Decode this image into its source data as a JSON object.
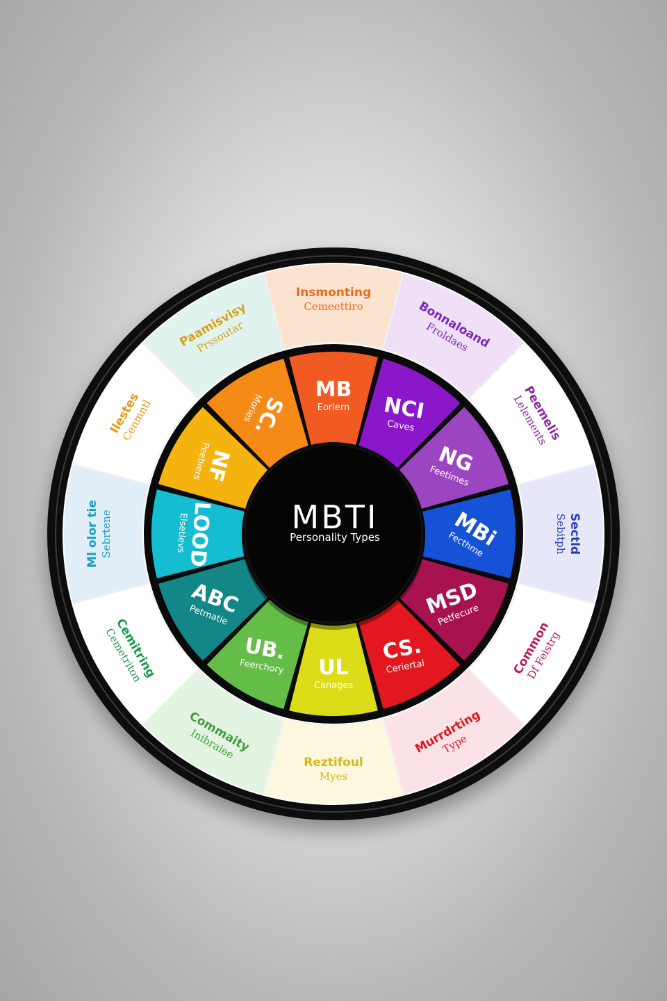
{
  "wheel": {
    "hub": {
      "title": "MBTI",
      "subtitle": "Personality Types"
    },
    "inner_segments": [
      {
        "code": "MB",
        "sub": "Eorlern",
        "color": "#f15a22"
      },
      {
        "code": "NCI",
        "sub": "Caves",
        "color": "#8a17c9"
      },
      {
        "code": "NG",
        "sub": "Feetimes",
        "color": "#9c45c0"
      },
      {
        "code": "MBi",
        "sub": "Fecthme",
        "color": "#1652d6"
      },
      {
        "code": "MSD",
        "sub": "Petfecure",
        "color": "#a8124e"
      },
      {
        "code": "CS.",
        "sub": "Ceriertal",
        "color": "#e2171f"
      },
      {
        "code": "UL",
        "sub": "Canages",
        "color": "#dcdc18"
      },
      {
        "code": "UB.",
        "sub": "Feerchory",
        "color": "#63bd46"
      },
      {
        "code": "ABC",
        "sub": "Petmatie",
        "color": "#138787"
      },
      {
        "code": "LOOD",
        "sub": "Elsetlevs",
        "color": "#14bdd0"
      },
      {
        "code": "NF",
        "sub": "Peebiers",
        "color": "#f4b30f"
      },
      {
        "code": "SC.",
        "sub": "Mories",
        "color": "#f58a17"
      }
    ],
    "outer_segments": [
      {
        "title": "Insmonting",
        "sub": "Cemeettiro",
        "fill": "#fbe4cf",
        "color": "#ea6a1e"
      },
      {
        "title": "Bonnaloand",
        "sub": "Froldaes",
        "fill": "#efe0f8",
        "color": "#7a2bb5"
      },
      {
        "title": "Peemelis",
        "sub": "Lelements",
        "fill": "#ffffff",
        "color": "#8a2b9c"
      },
      {
        "title": "Sectld",
        "sub": "Sebitph",
        "fill": "#e6e7f8",
        "color": "#2a3fb4"
      },
      {
        "title": "Common",
        "sub": "Df Feistrg",
        "fill": "#ffffff",
        "color": "#c0185a"
      },
      {
        "title": "Murrdrting",
        "sub": "Type",
        "fill": "#fbe2e6",
        "color": "#e2171f"
      },
      {
        "title": "Reztifoul",
        "sub": "Myes",
        "fill": "#fbf8df",
        "color": "#d6b71a"
      },
      {
        "title": "Commaity",
        "sub": "Inibraiee",
        "fill": "#e4f4e2",
        "color": "#3f9f3c"
      },
      {
        "title": "Cemitring",
        "sub": "Cemetriton",
        "fill": "#ffffff",
        "color": "#1a9a4a"
      },
      {
        "title": "Ml olor tie",
        "sub": "Sebrtene",
        "fill": "#e2eef7",
        "color": "#16a0c2"
      },
      {
        "title": "Ilestes",
        "sub": "Cenmntl",
        "fill": "#ffffff",
        "color": "#e09a12"
      },
      {
        "title": "Paamisvisy",
        "sub": "Prssoutar",
        "fill": "#e0f3ee",
        "color": "#d8a21c"
      }
    ]
  }
}
